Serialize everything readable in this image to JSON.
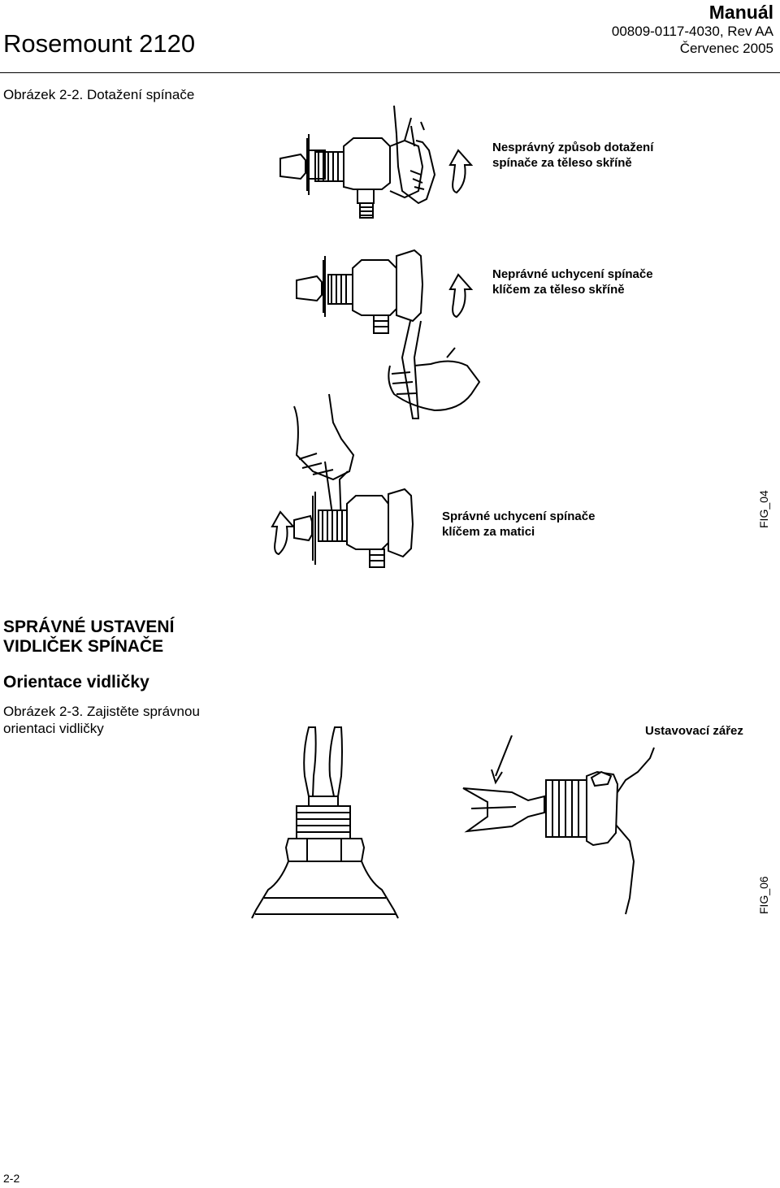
{
  "header": {
    "product": "Rosemount 2120",
    "doc_type": "Manuál",
    "doc_number": "00809-0117-4030, Rev AA",
    "date": "Červenec 2005"
  },
  "figure_2_2": {
    "caption": "Obrázek 2-2. Dotažení spínače",
    "label_1_line1": "Nesprávný způsob dotažení",
    "label_1_line2": "spínače za těleso skříně",
    "label_2_line1": "Neprávné uchycení spínače",
    "label_2_line2": "klíčem za těleso skříně",
    "label_3_line1": "Správné uchycení spínače",
    "label_3_line2": "klíčem za matici",
    "fig_id": "FIG_04"
  },
  "section": {
    "title_line1": "SPRÁVNÉ USTAVENÍ",
    "title_line2": "VIDLIČEK SPÍNAČE",
    "subsection": "Orientace vidličky"
  },
  "figure_2_3": {
    "caption_line1": "Obrázek 2-3. Zajistěte správnou",
    "caption_line2": "orientaci vidličky",
    "label": "Ustavovací zářez",
    "fig_id": "FIG_06"
  },
  "footer": {
    "page_number": "2-2"
  }
}
